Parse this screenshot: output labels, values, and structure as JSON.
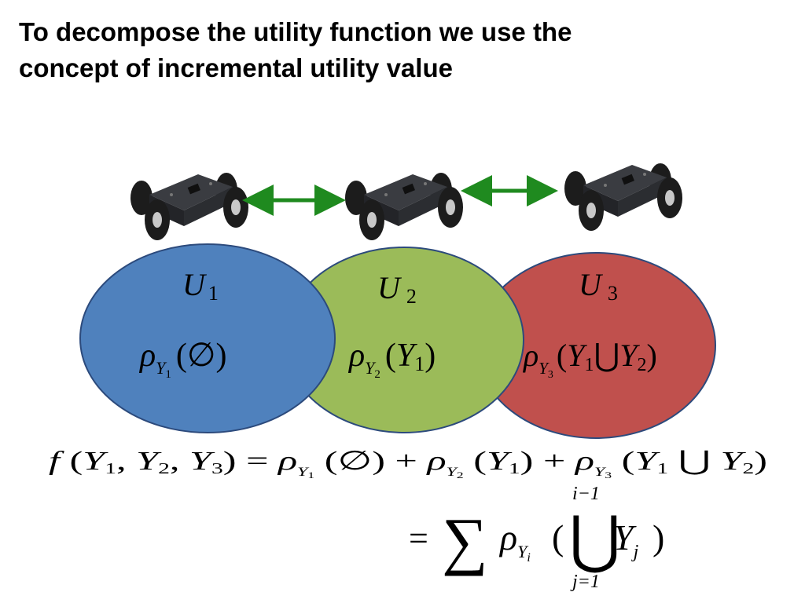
{
  "title": {
    "line1": "To decompose the utility function we use the",
    "line2": "concept of incremental utility value"
  },
  "colors": {
    "circle1": "#4f81bd",
    "circle2": "#9bbb59",
    "circle3": "#c0504d",
    "circle_stroke": "#2c4a7c",
    "arrow": "#1f8a1f",
    "robot_body": "#2f3136",
    "robot_wheel": "#1c1c1c",
    "robot_hub": "#c8c8c8"
  },
  "robots": [
    {
      "name": "robot-1"
    },
    {
      "name": "robot-2"
    },
    {
      "name": "robot-3"
    }
  ],
  "regions": [
    {
      "name": "utility-circle-1",
      "U": "U",
      "U_sub": "1",
      "rho": "ρ",
      "rho_sub": "Y",
      "rho_subsub": "1",
      "arg": "(∅)"
    },
    {
      "name": "utility-circle-2",
      "U": "U",
      "U_sub": "2",
      "rho": "ρ",
      "rho_sub": "Y",
      "rho_subsub": "2",
      "arg_open": "(",
      "arg_Y": "Y",
      "arg_Y_sub": "1",
      "arg_close": ")"
    },
    {
      "name": "utility-circle-3",
      "U": "U",
      "U_sub": "3",
      "rho": "ρ",
      "rho_sub": "Y",
      "rho_subsub": "3",
      "arg_open": "(",
      "arg_Y": "Y",
      "arg_Y_sub": "1",
      "arg_cup": "⋃",
      "arg_Y2": "Y",
      "arg_Y2_sub": "2",
      "arg_close": ")"
    }
  ],
  "equation1": {
    "f": "f",
    "lhs_open": " (",
    "Y": "Y",
    "s1": "1",
    "s2": "2",
    "s3": "3",
    "comma": ", ",
    "lhs_close": ")",
    "eq": " = ",
    "rho": "ρ",
    "empty_arg": " (∅)",
    "plus": " + ",
    "open": " (",
    "close": ")",
    "cup": " ⋃ "
  },
  "equation2": {
    "eq": "=",
    "sum": "∑",
    "rho": "ρ",
    "rho_sub": "Y",
    "rho_subsub": "i",
    "open": "(",
    "bigcup": "⋃",
    "Y": "Y",
    "Y_sub": "j",
    "close": ")",
    "upper_limit": "i−1",
    "lower_limit": "j=1"
  }
}
